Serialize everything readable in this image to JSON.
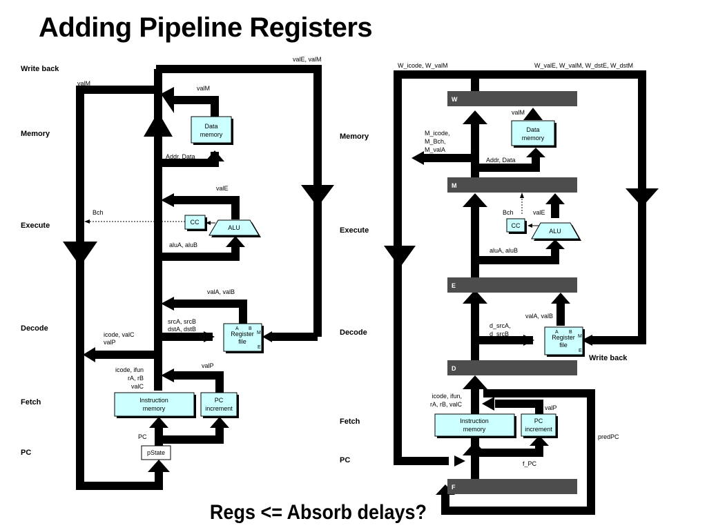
{
  "slide": {
    "title": "Adding Pipeline Registers",
    "subtitle": "Regs <= Absorb delays?"
  },
  "colors": {
    "datapath": "#000000",
    "unit_fill": "#ccffff",
    "pipeline_register": "#4d4d4d",
    "background": "#ffffff"
  },
  "left_diagram": {
    "stages": {
      "write_back": "Write back",
      "memory": "Memory",
      "execute": "Execute",
      "decode": "Decode",
      "fetch": "Fetch",
      "pc": "PC"
    },
    "units": {
      "data_memory": [
        "Data",
        "memory"
      ],
      "cc": "CC",
      "alu": "ALU",
      "register_file": [
        "Register",
        "file"
      ],
      "register_ports": {
        "a": "A",
        "b": "B",
        "m": "M",
        "e": "E"
      },
      "instruction_memory": [
        "Instruction",
        "memory"
      ],
      "pc_increment": [
        "PC",
        "increment"
      ],
      "pstate": "pState"
    },
    "labels": {
      "vale_valm": "valE, valM",
      "valm_top": "valM",
      "valm_dmem": "valM",
      "addr_data": "Addr, Data",
      "vale": "valE",
      "bch": "Bch",
      "alua_alub": "aluA, aluB",
      "vala_valb": "valA, valB",
      "srca_srcb": "srcA, srcB",
      "dsta_dstb": "dstA, dstB",
      "icode_valc": "icode, valC",
      "valp_left": "valP",
      "icode_ifun": "icode, ifun",
      "ra_rb": "rA, rB",
      "valc": "valC",
      "valp": "valP",
      "pc": "PC"
    }
  },
  "right_diagram": {
    "stages": {
      "memory": "Memory",
      "execute": "Execute",
      "decode": "Decode",
      "fetch": "Fetch",
      "pc": "PC",
      "write_back": "Write back"
    },
    "registers": {
      "w": "W",
      "m": "M",
      "e": "E",
      "d": "D",
      "f": "F"
    },
    "units": {
      "data_memory": [
        "Data",
        "memory"
      ],
      "cc": "CC",
      "alu": "ALU",
      "register_file": [
        "Register",
        "file"
      ],
      "register_ports": {
        "a": "A",
        "b": "B",
        "m": "M",
        "e": "E"
      },
      "instruction_memory": [
        "Instruction",
        "memory"
      ],
      "pc_increment": [
        "PC",
        "increment"
      ]
    },
    "labels": {
      "w_icode_w_valm": "W_icode, W_valM",
      "w_vale_etc": "W_valE, W_valM, W_dstE, W_dstM",
      "valm": "valM",
      "m_icode": "M_icode,",
      "m_bch": "M_Bch,",
      "m_vala": "M_valA",
      "addr_data": "Addr, Data",
      "bch": "Bch",
      "vale": "valE",
      "alua_alub": "aluA, aluB",
      "vala_valb": "valA, valB",
      "d_srca": "d_srcA,",
      "d_srcb": "d_srcB",
      "icode_ifun": "icode, ifun,",
      "ra_rb_valc": "rA, rB, valC",
      "valp": "valP",
      "predpc": "predPC",
      "f_pc": "f_PC"
    }
  }
}
